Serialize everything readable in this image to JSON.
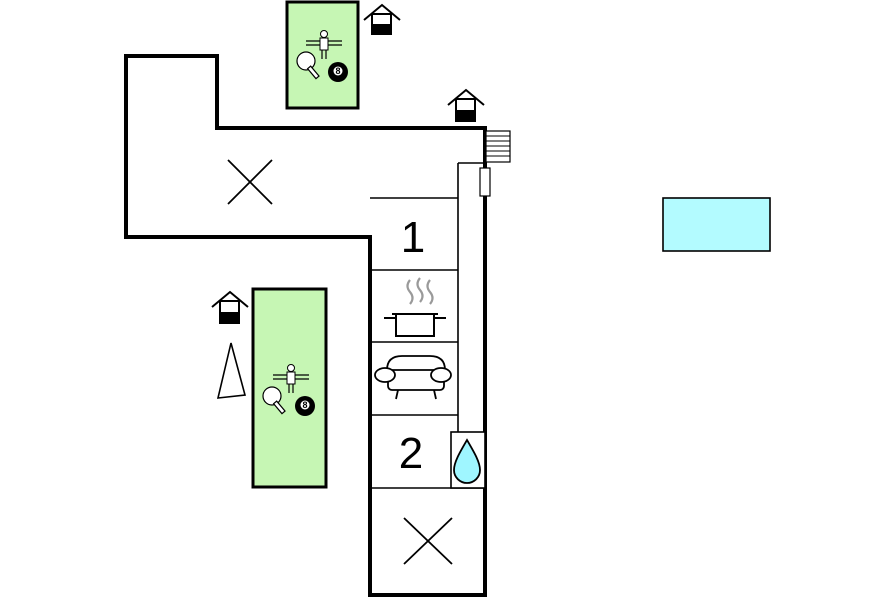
{
  "rooms": {
    "bedroom_1": {
      "number": "1"
    },
    "bedroom_2": {
      "number": "2"
    }
  },
  "icons": [
    "house-icon",
    "table-tennis-icon",
    "foosball-icon",
    "billiard-ball-icon",
    "cooking-pot-icon",
    "sofa-icon",
    "water-drop-icon",
    "stairs-icon",
    "tent-icon",
    "cross-icon"
  ],
  "billiard_ball": {
    "label": "8"
  },
  "colors": {
    "game_room": "#c6f6b4",
    "pool": "#b3fbff",
    "water": "#9ff6ff",
    "wall": "#000000",
    "steam": "#9a9a9a"
  }
}
